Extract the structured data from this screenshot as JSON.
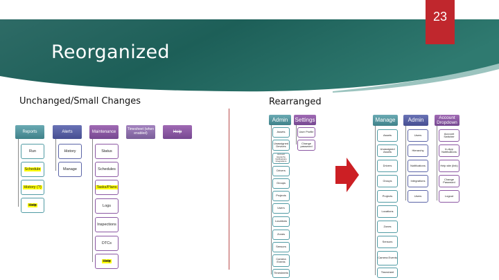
{
  "slide": {
    "title": "Reorganized",
    "number": "23"
  },
  "colors": {
    "banner": "#1f6b63",
    "slide_number_bg": "#c0272d",
    "arrow": "#cc1f24",
    "divider": "#b84a4a"
  },
  "left": {
    "title": "Unchanged/Small Changes",
    "headers": {
      "reports": "Reports",
      "alerts": "Alerts",
      "maintenance": "Maintenance",
      "timesheet": "Timesheet (when enabled)",
      "help": "Help"
    },
    "reports_items": [
      "Run",
      "Schedule",
      "History (?)",
      "Help"
    ],
    "alerts_items": [
      "History",
      "Manage"
    ],
    "maintenance_items": [
      "Status",
      "Schedules",
      "Tasks/Plans",
      "Logs",
      "Inspections",
      "DTCs",
      "Help"
    ]
  },
  "right": {
    "title": "Rearranged",
    "headers": {
      "admin_old": "Admin",
      "settings": "Settings",
      "manage": "Manage",
      "admin_new": "Admin",
      "account": "Account Dropdown"
    },
    "admin_old_items": [
      "Assets",
      "Unassigned Devices",
      "Account Hierarchy Notifications Integrations",
      "Drivers",
      "Groups",
      "Projects",
      "Users",
      "Locations",
      "Zones",
      "Sensors",
      "Camera Events",
      "Timesheets"
    ],
    "settings_items": [
      "User Profile",
      "Change password"
    ],
    "manage_items": [
      "Assets",
      "Unassigned Assets",
      "Drivers",
      "Groups",
      "Projects",
      "Locations",
      "Zones",
      "Sensors",
      "Camera Events",
      "Timesheet"
    ],
    "admin_new_items": [
      "Users",
      "Hierarchy",
      "Notifications",
      "Integrations",
      "Users"
    ],
    "account_items": [
      "Account Switcher",
      "In-App Notifications",
      "Help site (link)",
      "Change Password",
      "Logout"
    ]
  }
}
